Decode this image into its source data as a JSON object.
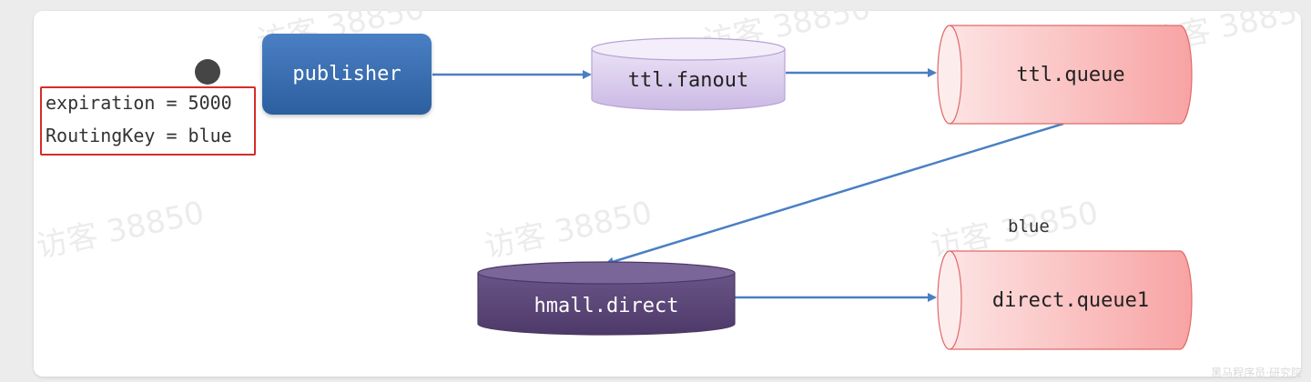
{
  "watermark": "访客 38850",
  "publisher": {
    "label": "publisher"
  },
  "message_props": {
    "expiration": "expiration = 5000",
    "routing_key": "RoutingKey = blue"
  },
  "exchanges": {
    "ttl_fanout": "ttl.fanout",
    "hmall_direct": "hmall.direct"
  },
  "queues": {
    "ttl_queue": "ttl.queue",
    "direct_queue1": "direct.queue1"
  },
  "binding_key": "blue",
  "footer": "黑马程序员·研究院",
  "colors": {
    "publisher": "#2c5f9f",
    "fanout_exchange": "#d9cdec",
    "direct_exchange": "#5b4676",
    "queue": "#f7a9a9",
    "arrow": "#4a7fc4",
    "highlight_border": "#d62b2b"
  }
}
